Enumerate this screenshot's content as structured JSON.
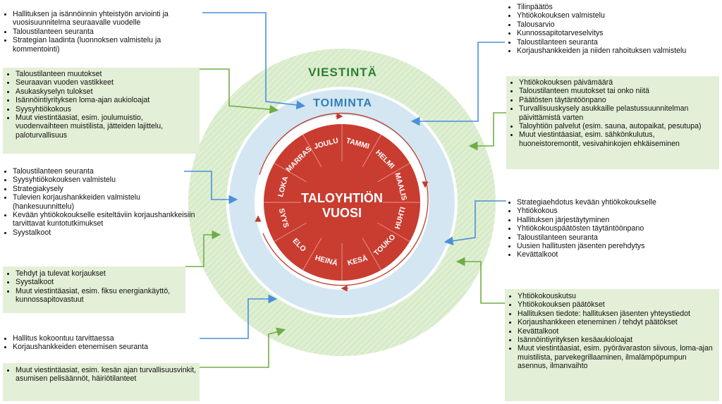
{
  "center": {
    "line1": "TALOYHTIÖN",
    "line2": "VUOSI"
  },
  "ring_labels": {
    "outer": "VIESTINTÄ",
    "inner": "TOIMINTA"
  },
  "months": [
    "TAMMI",
    "HELMI",
    "MAALIS",
    "HUHTI",
    "TOUKO",
    "KESÄ",
    "HEINÄ",
    "ELO",
    "SYYS",
    "LOKA",
    "MARRAS",
    "JOULU"
  ],
  "colors": {
    "outer_ring": "#d7ebc9",
    "inner_ring": "#d3e6f2",
    "wheel": "#c93c30",
    "arrow_red": "#c0392b",
    "connector_green": "#70ad47",
    "connector_blue": "#4a90d9",
    "viestinta_text": "#2e7d32",
    "toiminta_text": "#2f7fb6"
  },
  "boxes": {
    "l1": [
      "Hallituksen ja isännöinnin yhteistyön arviointi ja vuosisuunnitelma seuraavalle vuodelle",
      "Taloustilanteen seuranta",
      "Strategian laadinta (luonnoksen valmistelu ja kommentointi)"
    ],
    "l2": [
      "Taloustilanteen muutokset",
      "Seuraavan vuoden vastikkeet",
      "Asukaskyselyn tulokset",
      "Isännöintiyrityksen loma-ajan aukioloajat",
      "Syysyhtiökokous",
      "Muut viestintäasiat, esim. joulumuistio, vuodenvaihteen muistilista, jätteiden lajittelu, paloturvallisuus"
    ],
    "l3": [
      "Taloustilanteen seuranta",
      "Syysyhtiökokouksen valmistelu",
      "Strategiakysely",
      "Tulevien korjaushankkeiden valmistelu (hankesuunnittelu)",
      "Kevään yhtiökokoukselle esiteltäviin korjaushankkeisiin tarvittavat kuntotutkimukset",
      "Syystalkoot"
    ],
    "l4": [
      "Tehdyt ja tulevat korjaukset",
      "Syystalkoot",
      "Muut viestintäasiat, esim. fiksu energiankäyttö, kunnossapitovastuut"
    ],
    "l5": [
      "Hallitus kokoontuu tarvittaessa",
      "Korjaushankkeiden etenemisen seuranta"
    ],
    "l6": [
      "Muut viestintäasiat, esim. kesän ajan turvallisuusvinkit, asumisen pelisäännöt, häiriötilanteet"
    ],
    "r1": [
      "Tilinpäätös",
      "Yhtiökokouksen valmistelu",
      "Talousarvio",
      "Kunnossapitotarveselvitys",
      "Taloustilanteen seuranta",
      "Korjaushankkeiden ja niiden rahoituksen valmistelu"
    ],
    "r2": [
      "Yhtiökokouksen päivämäärä",
      "Taloustilanteen muutokset tai onko niitä",
      "Päätösten täytäntöönpano",
      "Turvallisuuskysely asukkaille pelastussuunnitelman päivittämistä varten",
      "Taloyhtiön palvelut (esim. sauna, autopaikat, pesutupa)",
      "Muut viestintäasiat, esim. sähkönkulutus, huoneistoremontit, vesivahinkojen ehkäiseminen"
    ],
    "r3": [
      "Strategiaehdotus kevään yhtiökokoukselle",
      "Yhtiökokous",
      "Hallituksen järjestäytyminen",
      "Yhtiökokouspäätösten täytäntöönpano",
      "Taloustilanteen seuranta",
      "Uusien hallitusten jäsenten perehdytys",
      "Kevättalkoot"
    ],
    "r4": [
      "Yhtiökokouskutsu",
      "Yhtiökokouksen päätökset",
      "Hallituksen tiedote: hallituksen jäsenten yhteystiedot",
      "Korjaushankkeen eteneminen / tehdyt päätökset",
      "Kevättalkoot",
      "Isännöintiyrityksen kesäaukioloajat",
      "Muut viestintäasiat, esim. pyörävaraston siivous, loma-ajan muistilista, parvekegrillaaminen, ilmalämpöpumpun asennus, ilmanvaihto"
    ]
  }
}
